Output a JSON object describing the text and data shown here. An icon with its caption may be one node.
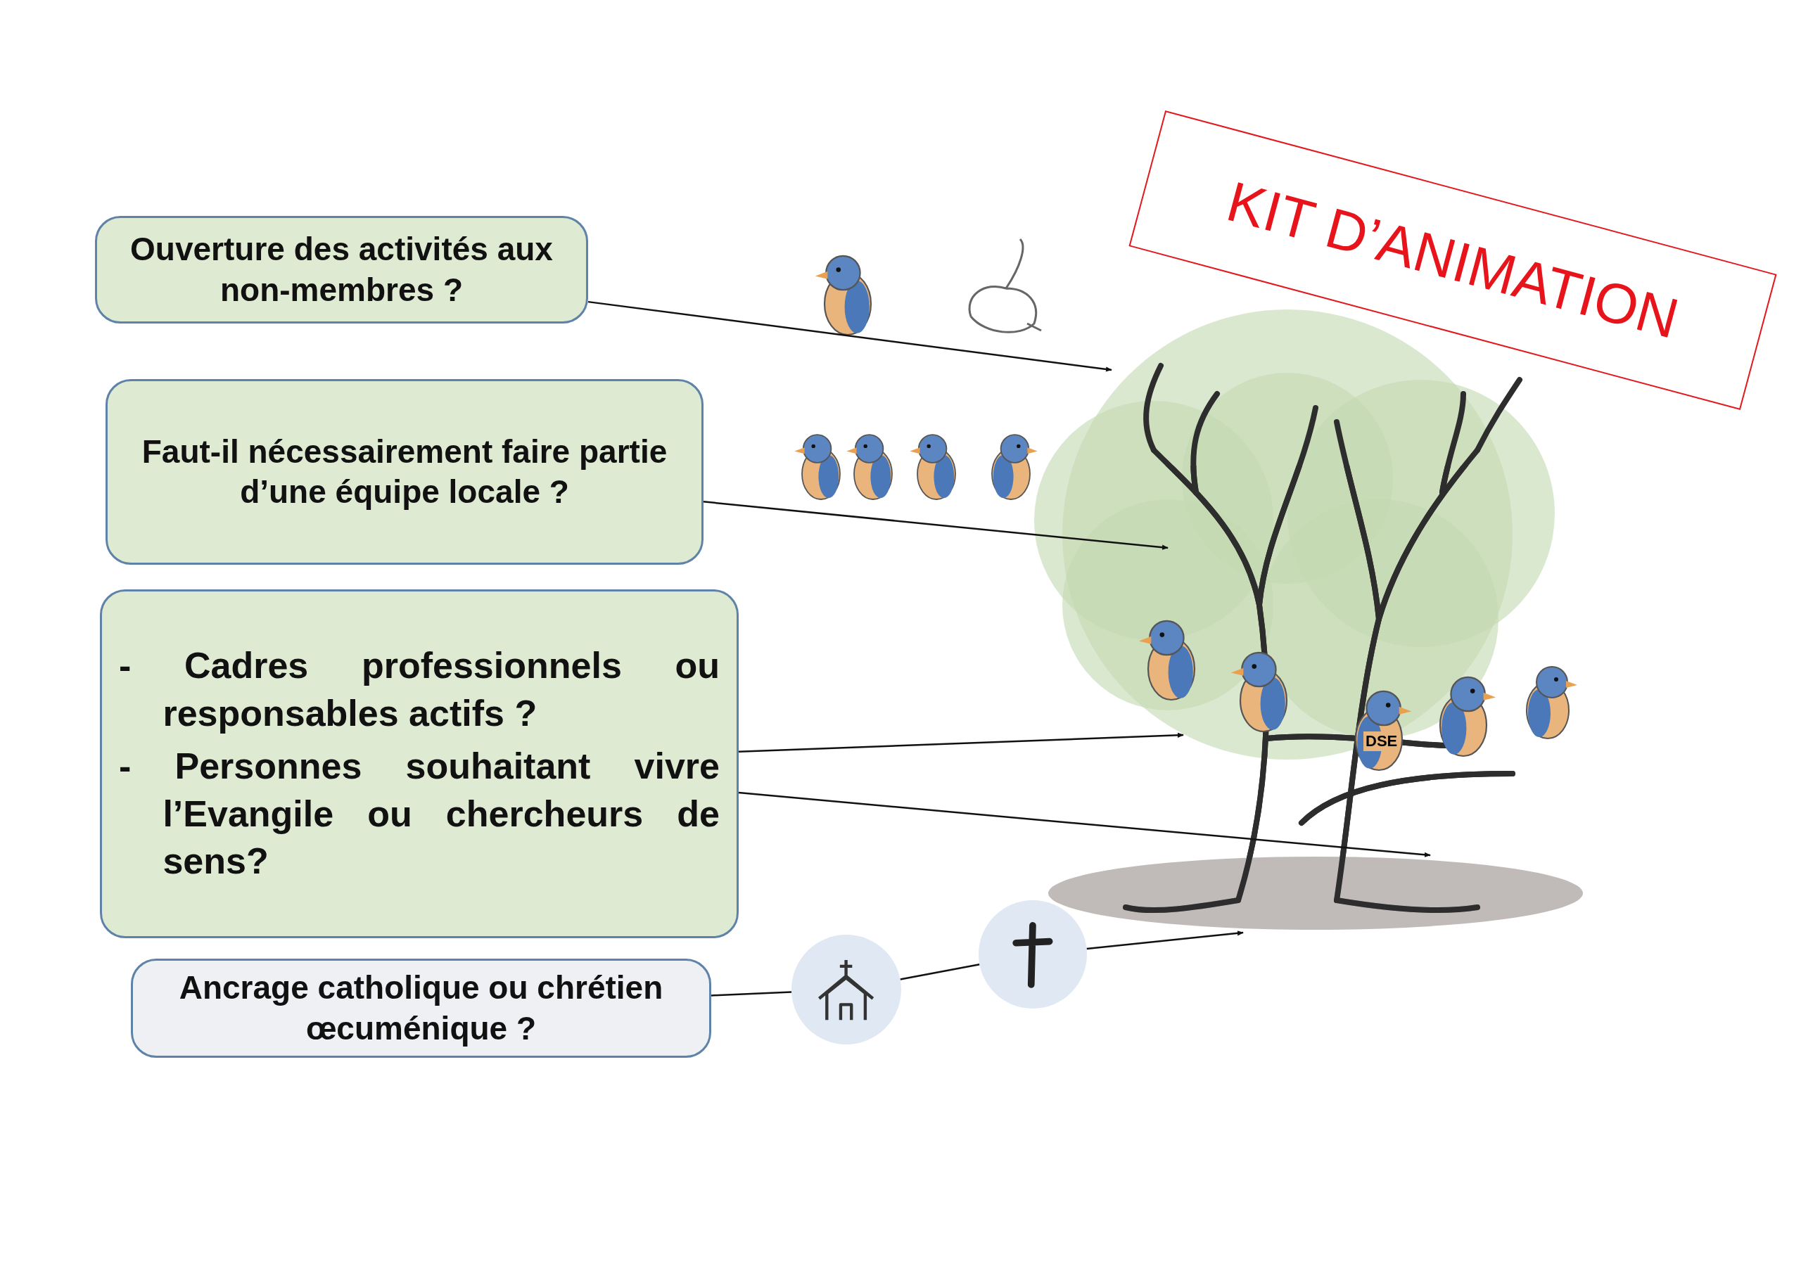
{
  "diagram": {
    "nodes": [
      {
        "text": [
          "Ouverture des activités aux non-membres ?"
        ]
      },
      {
        "text": [
          "Faut-il nécessairement faire partie d’une équipe locale ?"
        ]
      },
      {
        "text": [
          "- Cadres professionnels ou responsables actifs ?",
          "- Personnes souhaitant vivre l’Evangile ou chercheurs de sens?"
        ]
      },
      {
        "text": [
          "Ancrage catholique ou chrétien œcuménique ?"
        ]
      },
      {
        "text": [
          "KIT D’ANIMATION"
        ]
      },
      {
        "text": [],
        "shape": "circle"
      },
      {
        "text": [],
        "shape": "circle"
      },
      {
        "text": [],
        "shape": "picture"
      }
    ],
    "edges": [
      {
        "from": 0,
        "to": 7,
        "arrow": "to"
      },
      {
        "from": 1,
        "to": 7,
        "arrow": "to"
      },
      {
        "from": 2,
        "to": 7,
        "arrow": "to"
      },
      {
        "from": 2,
        "to": 7,
        "arrow": "to"
      },
      {
        "from": 3,
        "to": 5,
        "arrow": "none"
      },
      {
        "from": 5,
        "to": 6,
        "arrow": "none"
      },
      {
        "from": 6,
        "to": 7,
        "arrow": "to"
      }
    ],
    "labels": [
      "DSE"
    ]
  }
}
